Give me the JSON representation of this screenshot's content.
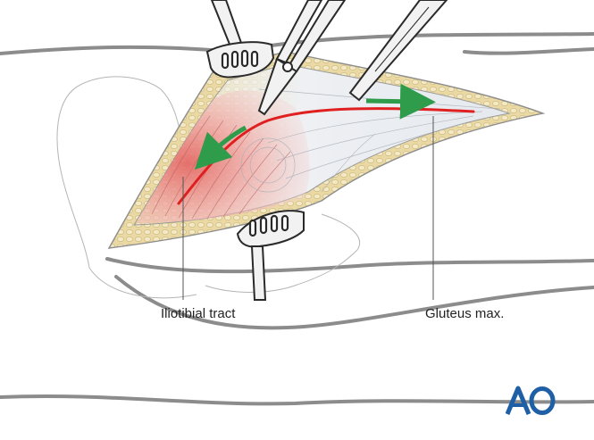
{
  "labels": {
    "iliotibial_tract": "Iliotibial tract",
    "gluteus_max": "Gluteus max."
  },
  "logo": {
    "text": "AO",
    "color": "#1f5fa6"
  },
  "colors": {
    "outline": "#9a9a9a",
    "body_outline": "#8c8c8c",
    "fat": "#e8d9a8",
    "fat_dots": "#c8b878",
    "muscle_red": "#e06a6a",
    "fascia": "#e7eaee",
    "incision_line": "#e02020",
    "arrow_green": "#2e9c4a",
    "instrument": "#f2f2f2",
    "instrument_stroke": "#2a2a2a"
  },
  "icons": {
    "retractor_top": "rake-retractor-icon",
    "retractor_bottom": "rake-retractor-icon",
    "scissors": "scissors-icon",
    "forceps": "forceps-icon"
  }
}
